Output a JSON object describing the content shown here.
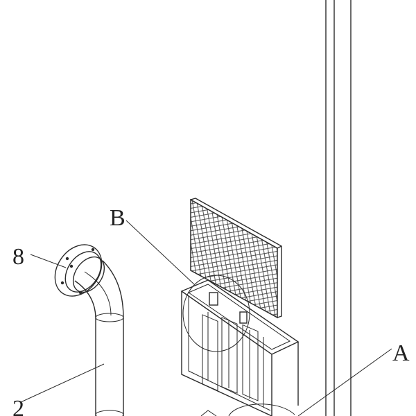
{
  "labels": {
    "label_8": "8",
    "label_B": "B",
    "label_2": "2",
    "label_A": "A"
  },
  "colors": {
    "line": "#2a2a2a",
    "background": "#ffffff",
    "mesh": "#3a3a3a"
  }
}
